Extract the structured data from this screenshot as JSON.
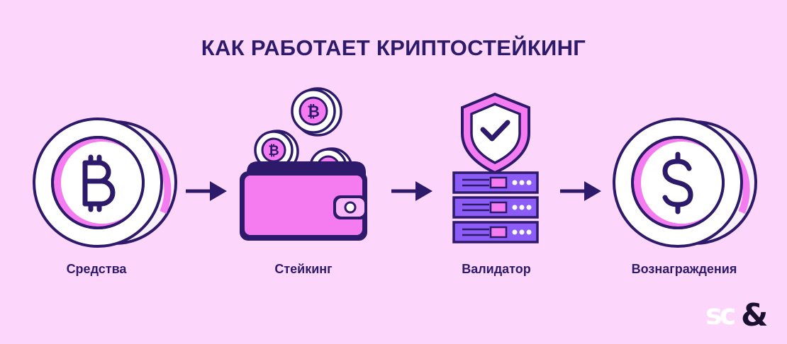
{
  "title": "КАК РАБОТАЕТ КРИПТОСТЕЙКИНГ",
  "steps": [
    {
      "label": "Средства",
      "icon": "bitcoin-coin-icon"
    },
    {
      "label": "Стейкинг",
      "icon": "wallet-with-coins-icon"
    },
    {
      "label": "Валидатор",
      "icon": "shield-server-icon"
    },
    {
      "label": "Вознаграждения",
      "icon": "dollar-coin-icon"
    }
  ],
  "logo": {
    "text": "sc&"
  },
  "colors": {
    "background": "#fdd6fb",
    "ink": "#2e1a6b",
    "magenta": "#f47cf0",
    "violet": "#8b5cf6"
  }
}
